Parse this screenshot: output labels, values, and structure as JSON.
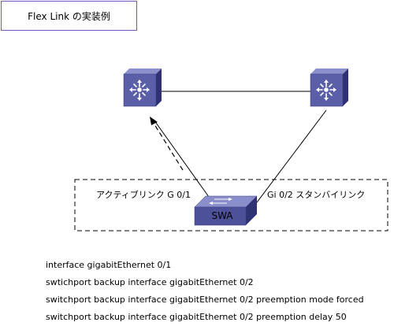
{
  "title": "Flex Link の実装例",
  "switch_label": "SWA",
  "left_port_label": "アクティブリンク G 0/1",
  "right_port_label": "Gi 0/2  スタンバイリンク",
  "config_lines": [
    "interface gigabitEthernet 0/1",
    "swtichport backup interface gigabitEthernet 0/2",
    "switchport backup interface gigabitEthernet 0/2 preemption mode forced",
    "switchport backup interface gigabitEthernet 0/2 preemption delay 50"
  ],
  "colors": {
    "title_border": "#7a52c8",
    "router_front": "#5a5fa8",
    "router_side": "#2e3272",
    "router_top": "#8c90cc",
    "switch_front": "#4c519a",
    "switch_top": "#8a8fcc"
  },
  "icons": [
    "layer3-switch-icon",
    "layer3-switch-icon",
    "workgroup-switch-icon"
  ]
}
